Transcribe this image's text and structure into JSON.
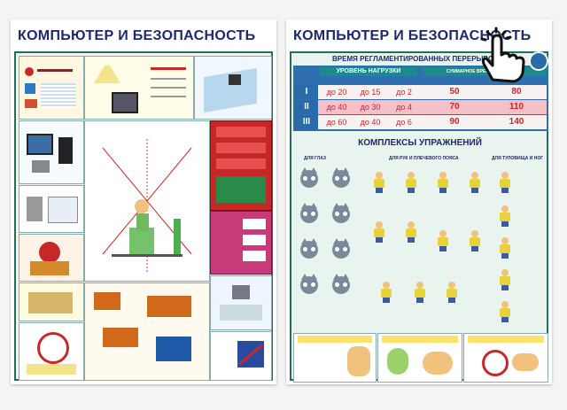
{
  "left": {
    "title": "КОМПЬЮТЕР И БЕЗОПАСНОСТЬ"
  },
  "right": {
    "title": "КОМПЬЮТЕР И БЕЗОПАСНОСТЬ",
    "table": {
      "title": "ВРЕМЯ РЕГЛАМЕНТИРОВАННЫХ ПЕРЕРЫВОВ",
      "load_header": "УРОВЕНЬ НАГРУЗКИ",
      "break_header": "СУММАРНОЕ ВРЕМЯ ПЕРЕРЫВОВ",
      "rows": [
        {
          "roman": "I",
          "a": "до 20",
          "b": "до 15",
          "c": "до 2",
          "d": "50",
          "e": "80"
        },
        {
          "roman": "II",
          "a": "до 40",
          "b": "до 30",
          "c": "до 4",
          "d": "70",
          "e": "110"
        },
        {
          "roman": "III",
          "a": "до 60",
          "b": "до 40",
          "c": "до 6",
          "d": "90",
          "e": "140"
        }
      ]
    },
    "exercises_title": "КОМПЛЕКСЫ УПРАЖНЕНИЙ",
    "col_eyes": "ДЛЯ ГЛАЗ",
    "col_arms": "ДЛЯ РУК И ПЛЕЧЕВОГО ПОЯСА",
    "col_body": "ДЛЯ ТУЛОВИЩА И НОГ"
  },
  "colors": {
    "frame": "#1f6f5a",
    "title": "#1a2a6c",
    "accent_red": "#c62828",
    "table_row_alt": "#f6c0c8"
  }
}
